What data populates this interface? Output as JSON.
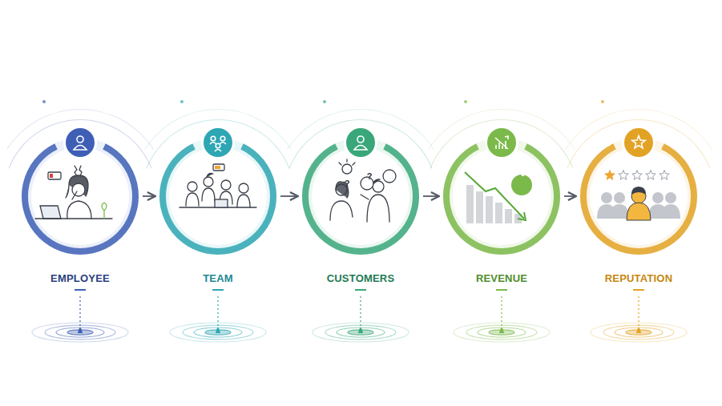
{
  "diagram": {
    "nodes": [
      {
        "text": [
          "EMPLOYEE"
        ]
      },
      {
        "text": [
          "TEAM"
        ]
      },
      {
        "text": [
          "CUSTOMERS"
        ]
      },
      {
        "text": [
          "REVENUE"
        ]
      },
      {
        "text": [
          "REPUTATION"
        ]
      }
    ],
    "edges": [
      {
        "from": 0,
        "to": 1,
        "arrow": "to"
      },
      {
        "from": 1,
        "to": 2,
        "arrow": "to"
      },
      {
        "from": 2,
        "to": 3,
        "arrow": "to"
      },
      {
        "from": 3,
        "to": 4,
        "arrow": "to"
      }
    ],
    "labels": [
      "?",
      "?",
      "₹"
    ]
  }
}
